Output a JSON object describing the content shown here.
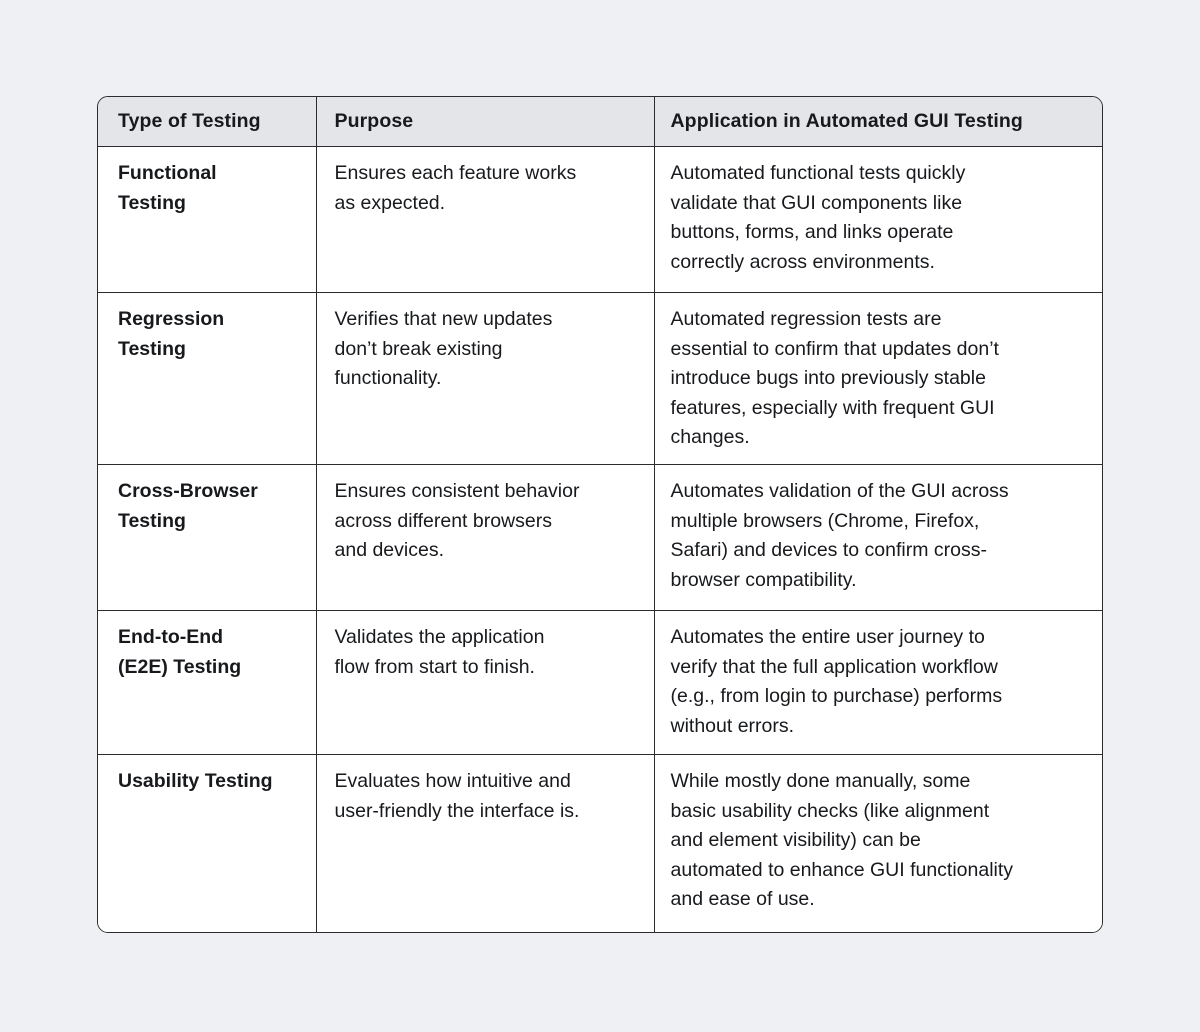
{
  "colors": {
    "page_background": "#eef0f3",
    "header_background": "#e3e5e8",
    "cell_background": "#ffffff",
    "border": "#2c2c2c",
    "text": "#17191c"
  },
  "table": {
    "columns": [
      {
        "label": "Type of Testing"
      },
      {
        "label": "Purpose"
      },
      {
        "label": "Application in Automated GUI Testing"
      }
    ],
    "rows": [
      {
        "type": "Functional\nTesting",
        "purpose": "Ensures each feature works\nas expected.",
        "application": "Automated functional tests quickly\nvalidate that GUI components like\nbuttons, forms, and links operate\ncorrectly across environments."
      },
      {
        "type": "Regression\nTesting",
        "purpose": "Verifies that new updates\ndon’t break existing\nfunctionality.",
        "application": "Automated regression tests are\nessential to confirm that updates don’t\nintroduce bugs into previously stable\nfeatures, especially with frequent GUI\nchanges."
      },
      {
        "type": "Cross-Browser\nTesting",
        "purpose": "Ensures consistent behavior\nacross different browsers\nand devices.",
        "application": "Automates validation of the GUI across\nmultiple browsers (Chrome, Firefox,\nSafari) and devices to confirm cross-\nbrowser compatibility."
      },
      {
        "type": "End-to-End\n(E2E) Testing",
        "purpose": "Validates the application\nflow from start to finish.",
        "application": "Automates the entire user journey to\nverify that the full application workflow\n(e.g., from login to purchase) performs\nwithout errors."
      },
      {
        "type": "Usability Testing",
        "purpose": "Evaluates how intuitive and\nuser-friendly the interface is.",
        "application": "While mostly done manually, some\nbasic usability checks (like alignment\nand element visibility) can be\nautomated to enhance GUI functionality\nand ease of use."
      }
    ]
  }
}
